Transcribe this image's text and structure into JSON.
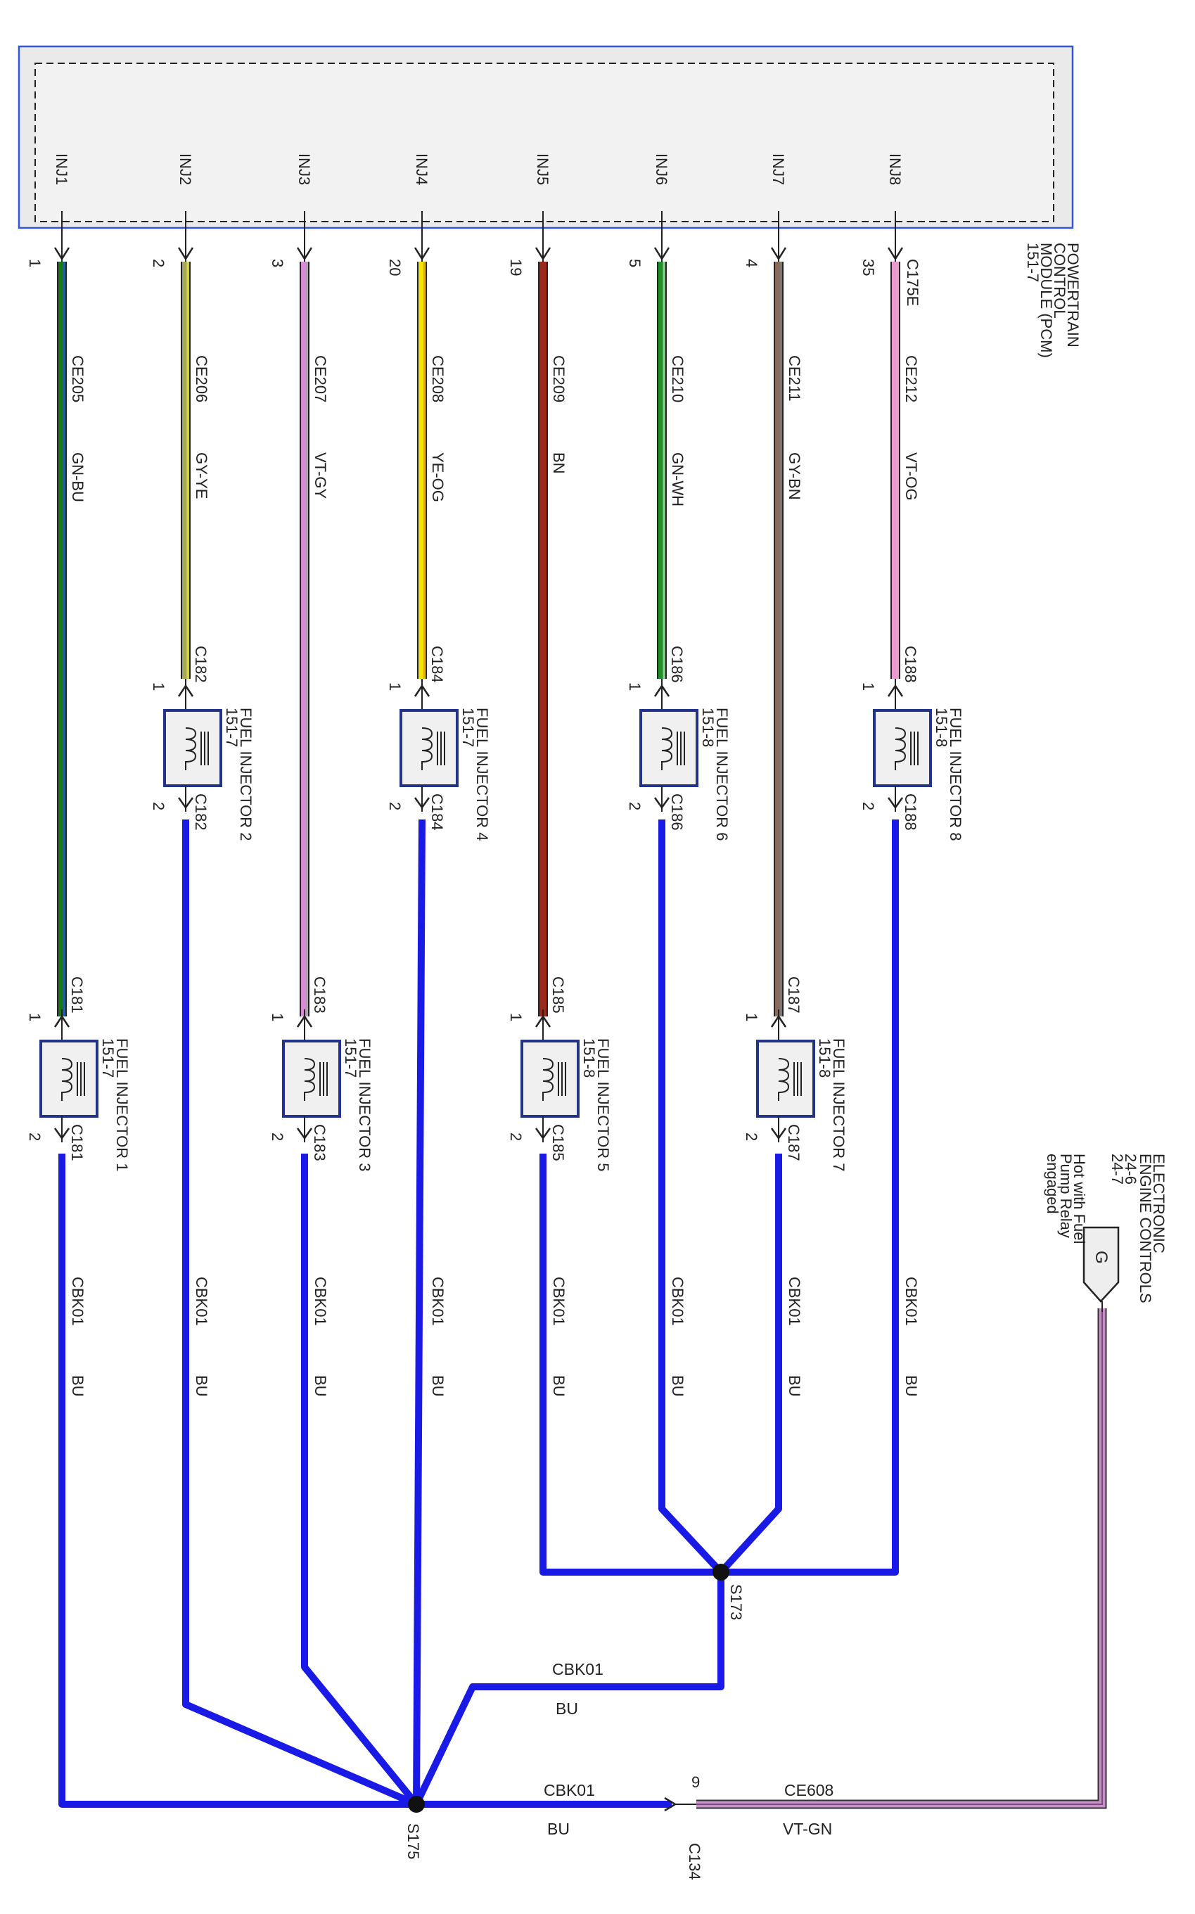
{
  "pcm": {
    "name_lines": [
      "POWERTRAIN",
      "CONTROL",
      "MODULE (PCM)",
      "151-7"
    ],
    "connector": "C175E"
  },
  "pcm_pins": [
    {
      "pin": "INJ1",
      "num": "1",
      "circuit": "CE205",
      "color": "GN-BU",
      "stroke": "#1a7a1a",
      "stroke2": "#2a55c8"
    },
    {
      "pin": "INJ2",
      "num": "2",
      "circuit": "CE206",
      "color": "GY-YE",
      "stroke": "#a8a85a",
      "stroke2": "#d8d84a"
    },
    {
      "pin": "INJ3",
      "num": "3",
      "circuit": "CE207",
      "color": "VT-GY",
      "stroke": "#d98ad9",
      "stroke2": "#b0a0b0"
    },
    {
      "pin": "INJ4",
      "num": "20",
      "circuit": "CE208",
      "color": "YE-OG",
      "stroke": "#f2e600",
      "stroke2": "#e8b000"
    },
    {
      "pin": "INJ5",
      "num": "19",
      "circuit": "CE209",
      "color": "BN",
      "stroke": "#9a2a1a",
      "stroke2": "#9a2a1a"
    },
    {
      "pin": "INJ6",
      "num": "5",
      "circuit": "CE210",
      "color": "GN-WH",
      "stroke": "#1f8f2a",
      "stroke2": "#8fd08f"
    },
    {
      "pin": "INJ7",
      "num": "4",
      "circuit": "CE211",
      "color": "GY-BN",
      "stroke": "#8a6a5a",
      "stroke2": "#7a7a7a"
    },
    {
      "pin": "INJ8",
      "num": "35",
      "circuit": "CE212",
      "color": "VT-OG",
      "stroke": "#e89ad0",
      "stroke2": "#e8a0c8"
    }
  ],
  "injectors": [
    {
      "name": "FUEL INJECTOR 1",
      "ref": "151-7",
      "connector": "C181",
      "pin_in": "1",
      "pin_out": "2"
    },
    {
      "name": "FUEL INJECTOR 2",
      "ref": "151-7",
      "connector": "C182",
      "pin_in": "1",
      "pin_out": "2"
    },
    {
      "name": "FUEL INJECTOR 3",
      "ref": "151-7",
      "connector": "C183",
      "pin_in": "1",
      "pin_out": "2"
    },
    {
      "name": "FUEL INJECTOR 4",
      "ref": "151-7",
      "connector": "C184",
      "pin_in": "1",
      "pin_out": "2"
    },
    {
      "name": "FUEL INJECTOR 5",
      "ref": "151-8",
      "connector": "C185",
      "pin_in": "1",
      "pin_out": "2"
    },
    {
      "name": "FUEL INJECTOR 6",
      "ref": "151-8",
      "connector": "C186",
      "pin_in": "1",
      "pin_out": "2"
    },
    {
      "name": "FUEL INJECTOR 7",
      "ref": "151-8",
      "connector": "C187",
      "pin_in": "1",
      "pin_out": "2"
    },
    {
      "name": "FUEL INJECTOR 8",
      "ref": "151-8",
      "connector": "C188",
      "pin_in": "1",
      "pin_out": "2"
    }
  ],
  "ground_circuit": {
    "circuit": "CBK01",
    "color": "BU",
    "stroke": "#1a1ae6"
  },
  "splices": {
    "s173": "S173",
    "s175": "S175"
  },
  "feed": {
    "connector": "C134",
    "pin": "9",
    "circuit": "CE608",
    "color": "VT-GN",
    "stroke": "#c890c8",
    "stroke2": "#7a4a7a"
  },
  "eec": {
    "title_lines": [
      "ELECTRONIC",
      "ENGINE CONTROLS"
    ],
    "refs": [
      "24-6",
      "24-7"
    ],
    "note_lines": [
      "Hot with Fuel",
      "Pump Relay",
      "engaged"
    ],
    "letter": "G"
  }
}
